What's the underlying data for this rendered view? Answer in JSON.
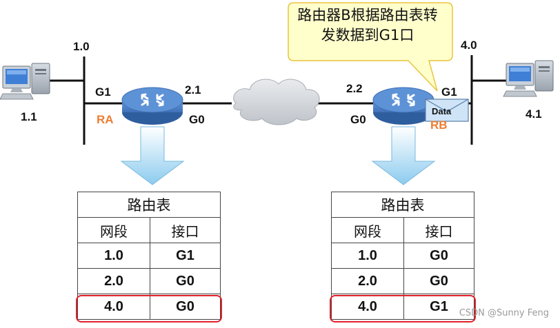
{
  "callout": {
    "text": "路由器B根据路由表转发数据到G1口"
  },
  "hosts": {
    "left": {
      "address": "1.1"
    },
    "right": {
      "address": "4.1"
    }
  },
  "networks": {
    "left": "1.0",
    "right": "4.0"
  },
  "router_a": {
    "name": "RA",
    "g1_label": "G1",
    "g0_label": "G0",
    "address": "2.1"
  },
  "router_b": {
    "name": "RB",
    "g1_label": "G1",
    "g0_label": "G0",
    "address": "2.2"
  },
  "packet": {
    "label": "Data"
  },
  "tables": {
    "a": {
      "title": "路由表",
      "headers": [
        "网段",
        "接口"
      ],
      "rows": [
        [
          "1.0",
          "G1"
        ],
        [
          "2.0",
          "G0"
        ],
        [
          "4.0",
          "G0"
        ]
      ]
    },
    "b": {
      "title": "路由表",
      "headers": [
        "网段",
        "接口"
      ],
      "rows": [
        [
          "1.0",
          "G0"
        ],
        [
          "2.0",
          "G0"
        ],
        [
          "4.0",
          "G1"
        ]
      ]
    }
  },
  "highlighted_row": "4.0",
  "watermark": "CSDN @Sunny Feng",
  "colors": {
    "router_body": "#5b8fd3",
    "router_top": "#4a7cc2",
    "callout_fill": "#ffffcc",
    "callout_border": "#e8c43c",
    "arrow_fill": "#9fd3f0",
    "highlight": "#e0202a",
    "label_orange": "#ed7d31",
    "cloud": "#cfd3d8"
  }
}
